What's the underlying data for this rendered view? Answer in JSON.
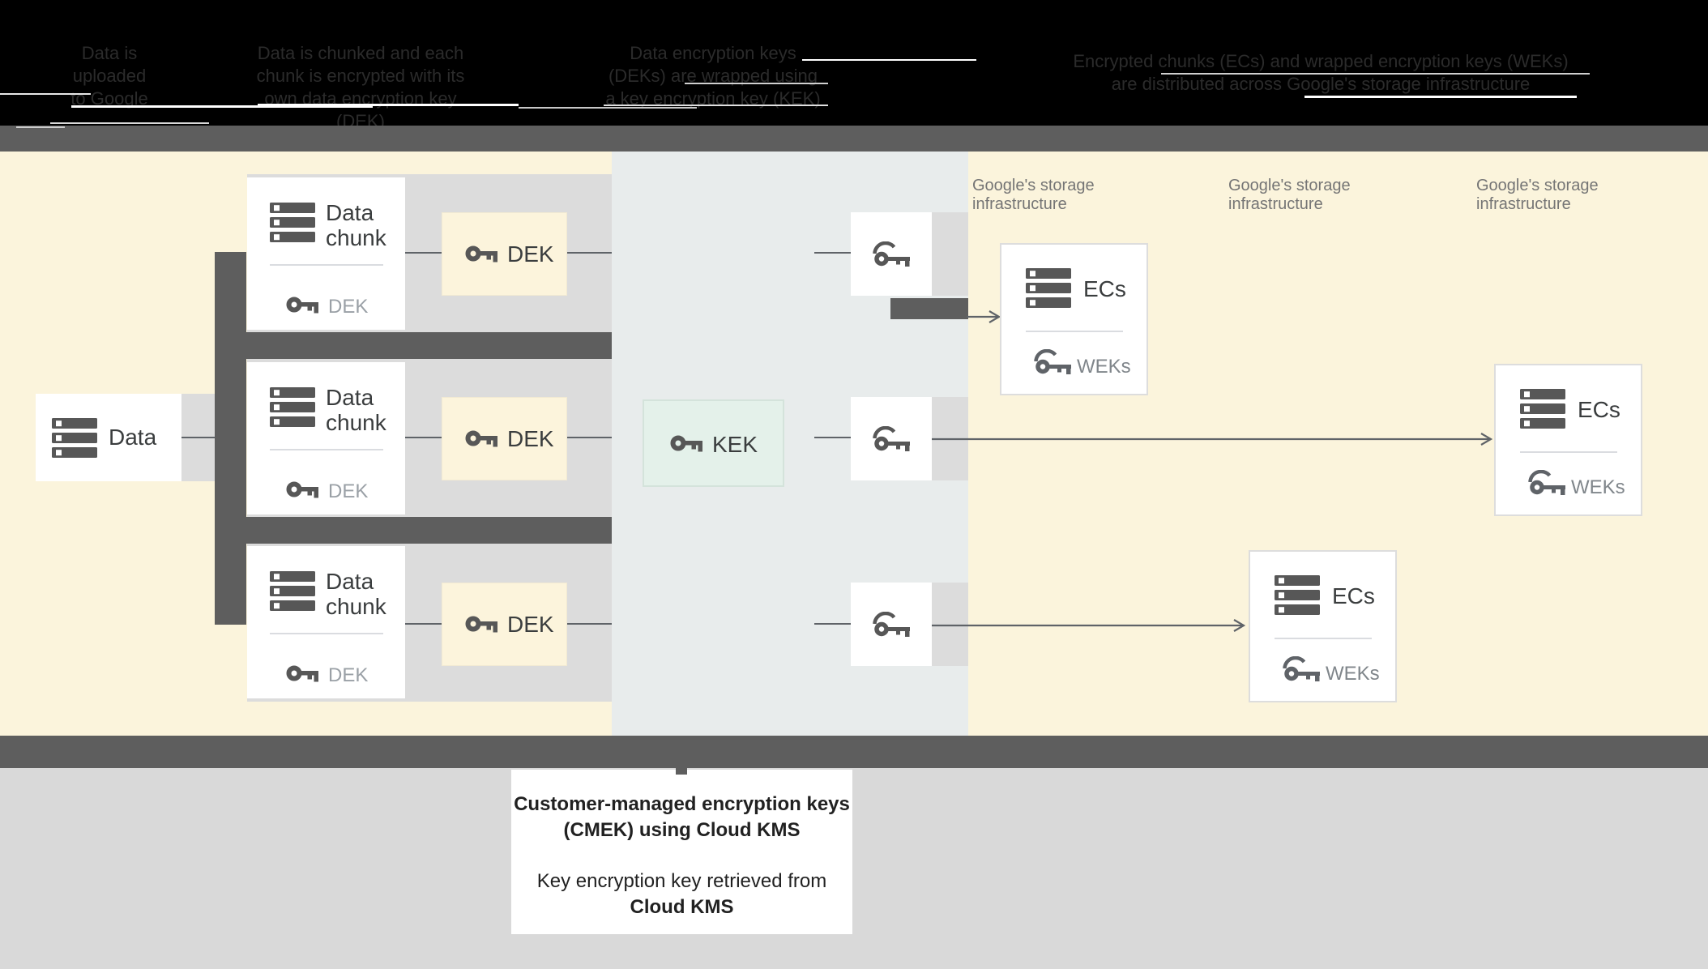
{
  "header": {
    "columns": [
      {
        "lines": [
          "Data is",
          "uploaded",
          "to Google"
        ]
      },
      {
        "lines": [
          "Data is chunked and each",
          "chunk is encrypted with its",
          "own data encryption key (DEK)"
        ]
      },
      {
        "lines": [
          "Data encryption keys",
          "(DEKs) are wrapped using",
          "a key encryption key (KEK)"
        ]
      },
      {
        "lines": [
          "Encrypted chunks (ECs) and wrapped encryption keys (WEKs)",
          "are distributed across Google's storage infrastructure"
        ]
      }
    ]
  },
  "storage_labels": [
    {
      "line1": "Google's storage",
      "line2": "infrastructure"
    },
    {
      "line1": "Google's storage",
      "line2": "infrastructure"
    },
    {
      "line1": "Google's storage",
      "line2": "infrastructure"
    }
  ],
  "diagram": {
    "data_box": {
      "label": "Data"
    },
    "chunk_boxes": [
      {
        "line1": "Data",
        "line2": "chunk",
        "key_label": "DEK"
      },
      {
        "line1": "Data",
        "line2": "chunk",
        "key_label": "DEK"
      },
      {
        "line1": "Data",
        "line2": "chunk",
        "key_label": "DEK"
      }
    ],
    "dek_boxes": [
      {
        "label": "DEK"
      },
      {
        "label": "DEK"
      },
      {
        "label": "DEK"
      }
    ],
    "kek_box": {
      "label": "KEK"
    },
    "ecs_boxes": [
      {
        "label": "ECs",
        "key_label": "WEKs"
      },
      {
        "label": "ECs",
        "key_label": "WEKs"
      },
      {
        "label": "ECs",
        "key_label": "WEKs"
      }
    ]
  },
  "caption": {
    "bold_line1": "Customer-managed encryption keys",
    "bold_line2": "(CMEK) using Cloud KMS",
    "line3": "Key encryption key retrieved from",
    "bold_line4": "Cloud KMS"
  },
  "colors": {
    "header_black": "#000000",
    "dark_gray": "#5E5E5E",
    "yellow": "#FBF4DC",
    "kms_panel": "#E8ECEC",
    "panel_gray": "#DCDCDC",
    "kek_fill": "#E4F1EA",
    "line_gray": "#5F6368",
    "footer_gray": "#D9D9D9"
  }
}
